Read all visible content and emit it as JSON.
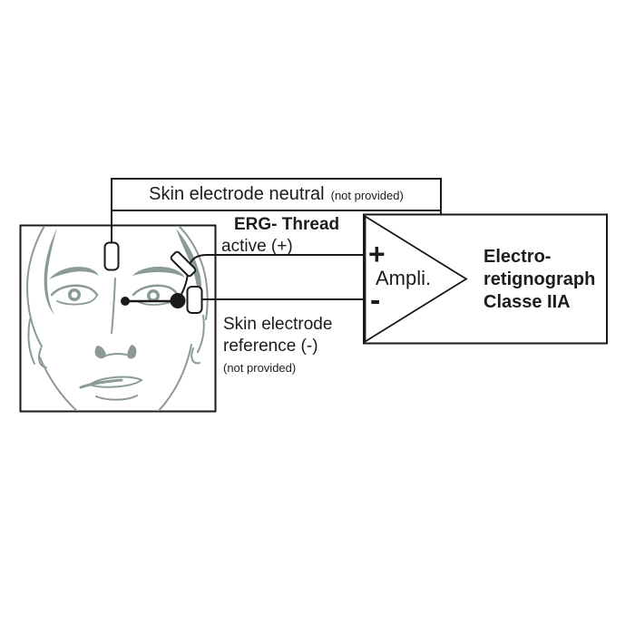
{
  "labels": {
    "neutral": {
      "main": "Skin electrode neutral",
      "note": "(not provided)"
    },
    "erg_thread": {
      "line1": "ERG- Thread",
      "line2": "active (+)"
    },
    "reference": {
      "line1": "Skin electrode",
      "line2": "reference (-)",
      "note": "(not provided)"
    },
    "amplifier": {
      "plus": "+",
      "name": "Ampli.",
      "minus": "-"
    },
    "device": {
      "line1": "Electro-",
      "line2": "retignograph",
      "line3": "Classe IIA"
    }
  },
  "icons": {
    "forehead_electrode": "rounded-rect-skin-electrode",
    "erg_thread_electrode": "tilted-rounded-rect-erg-thread",
    "reference_electrode": "rounded-rect-skin-electrode",
    "eye_markers": "two-black-dots-connected-by-line",
    "amplifier_symbol": "op-amp-triangle"
  },
  "colors": {
    "line": "#1a1a1a",
    "face_sketch": "#8a9b95",
    "text": "#1c1c1c",
    "background": "#ffffff"
  }
}
